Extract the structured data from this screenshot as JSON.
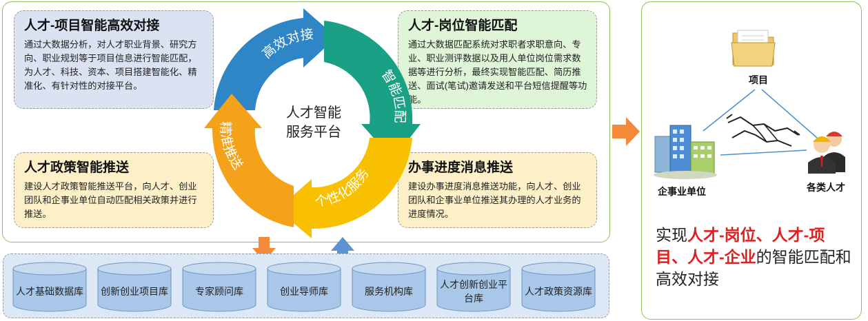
{
  "cycle": {
    "center_line1": "人才智能",
    "center_line2": "服务平台",
    "seg_top": "高效对接",
    "seg_right": "智能匹配",
    "seg_bottom": "个性化服务",
    "seg_left": "精准推送"
  },
  "boxes": {
    "top_left": {
      "title": "人才-项目智能高效对接",
      "desc": "通过大数据分析，对人才职业背景、研究方向、职业规划等于项目信息进行智能匹配，为人才、科技、资本、项目搭建智能化、精准化、有针对性的对接平台。"
    },
    "top_right": {
      "title": "人才-岗位智能匹配",
      "desc": "通过大数据匹配系统对求职者求职意向、专业、职业测评数据以及用人单位岗位需求数据等进行分析，最终实现智能匹配、简历推送、面试(笔试)邀请发送和平台短信提醒等功能。"
    },
    "bottom_left": {
      "title": "人才政策智能推送",
      "desc": "建设人才政策智能推送平台，向人才、创业团队和企事业单位自动匹配相关政策并进行推送。"
    },
    "bottom_right": {
      "title": "办事进度消息推送",
      "desc": "建设办事进度消息推送功能，向人才、创业团队和企事业单位推送其办理的人才业务的进度情况。"
    }
  },
  "databases": [
    "人才基础数据库",
    "创新创业项目库",
    "专家顾问库",
    "创业导师库",
    "服务机构库",
    "人才创新创业平台库",
    "人才政策资源库"
  ],
  "right": {
    "project_label": "项目",
    "enterprise_label": "企事业单位",
    "talent_label": "各类人才",
    "conclusion_pre": "实现",
    "conclusion_hl": "人才-岗位、人才-项目、人才-企业",
    "conclusion_post": "的智能匹配和高效对接"
  },
  "colors": {
    "seg_top": "#2e86c7",
    "seg_right": "#1aa084",
    "seg_bottom": "#f8c000",
    "seg_left": "#f3a21a",
    "arrow_orange": "#f28a3a",
    "arrow_blue": "#5b93d1",
    "panel_border": "#8dbf5a",
    "highlight": "#e02020"
  }
}
